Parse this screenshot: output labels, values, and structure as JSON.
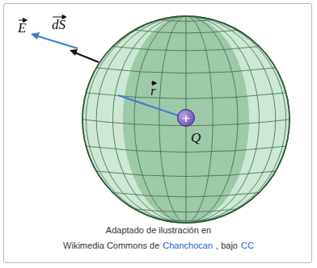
{
  "diagram": {
    "nodes": [
      {
        "text": [
          "+"
        ]
      }
    ],
    "labels": [
      "E",
      "dS",
      "r",
      "Q",
      "Adaptado de ilustración en",
      "Wikimedia Commons de",
      "Chanchocan",
      ", bajo",
      "CC"
    ]
  }
}
